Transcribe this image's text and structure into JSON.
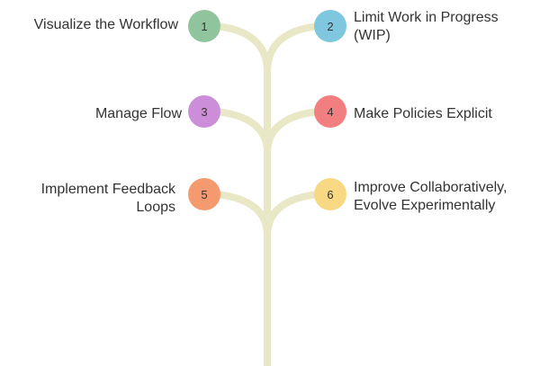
{
  "diagram": {
    "type": "branching-tree",
    "trunk_color": "#e8e8c6",
    "items": [
      {
        "number": "1",
        "label_line1": "Visualize the Workflow",
        "label_line2": "",
        "side": "left",
        "color": "#8fc49c"
      },
      {
        "number": "2",
        "label_line1": "Limit Work in Progress",
        "label_line2": "(WIP)",
        "side": "right",
        "color": "#7fc6df"
      },
      {
        "number": "3",
        "label_line1": "Manage Flow",
        "label_line2": "",
        "side": "left",
        "color": "#cd8ed9"
      },
      {
        "number": "4",
        "label_line1": "Make Policies Explicit",
        "label_line2": "",
        "side": "right",
        "color": "#f27f7f"
      },
      {
        "number": "5",
        "label_line1": "Implement Feedback",
        "label_line2": "Loops",
        "side": "left",
        "color": "#f59a6e"
      },
      {
        "number": "6",
        "label_line1": "Improve Collaboratively,",
        "label_line2": "Evolve Experimentally",
        "side": "right",
        "color": "#f8d882"
      }
    ]
  }
}
